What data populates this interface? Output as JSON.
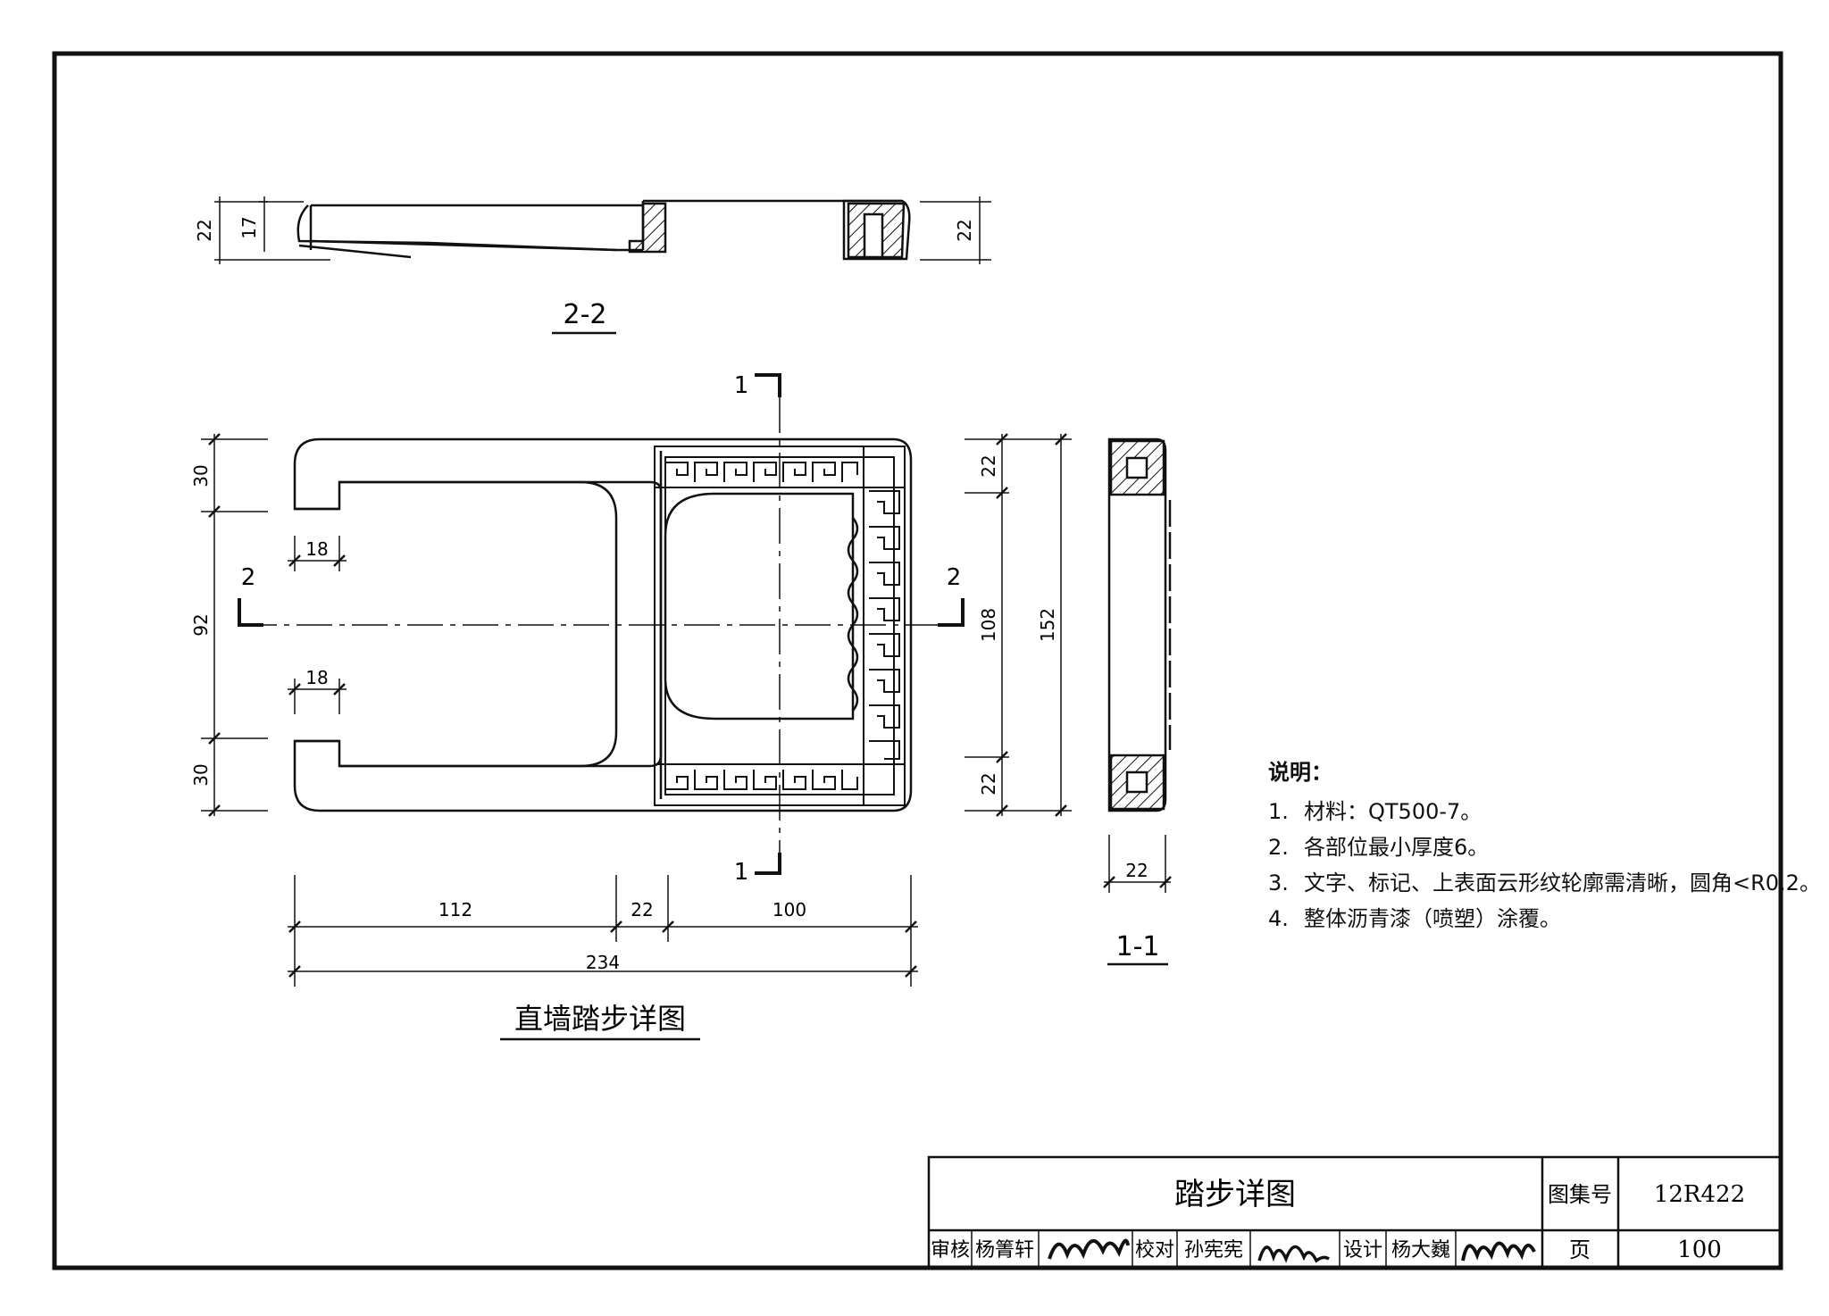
{
  "views": {
    "section_2_2": {
      "label": "2-2",
      "dims": {
        "overall_height": "22",
        "inner_height": "17",
        "right_height": "22"
      }
    },
    "plan": {
      "section_marks": {
        "cut_1": "1",
        "cut_2": "2"
      },
      "dims": {
        "top_arm": "30",
        "gap": "92",
        "bottom_arm": "30",
        "slot_top": "18",
        "slot_bottom": "18",
        "right_top": "22",
        "right_mid": "108",
        "right_bottom": "22",
        "right_total": "152",
        "len_open": "112",
        "len_rib": "22",
        "len_grip": "100",
        "len_total": "234"
      },
      "title": "直墙踏步详图"
    },
    "section_1_1": {
      "label": "1-1",
      "dims": {
        "width": "22"
      }
    }
  },
  "notes": {
    "heading": "说明：",
    "items": [
      {
        "num": "1.",
        "text": "材料：QT500-7。"
      },
      {
        "num": "2.",
        "text": "各部位最小厚度6。"
      },
      {
        "num": "3.",
        "text": "文字、标记、上表面云形纹轮廓需清晰，圆角<R0.2。"
      },
      {
        "num": "4.",
        "text": "整体沥青漆（喷塑）涂覆。"
      }
    ]
  },
  "title_block": {
    "drawing_title": "踏步详图",
    "atlas_label": "图集号",
    "atlas_no": "12R422",
    "page_label": "页",
    "page_no": "100",
    "review_label": "审核",
    "reviewer": "杨箐轩",
    "check_label": "校对",
    "checker": "孙宪宪",
    "design_label": "设计",
    "designer": "杨大巍"
  }
}
